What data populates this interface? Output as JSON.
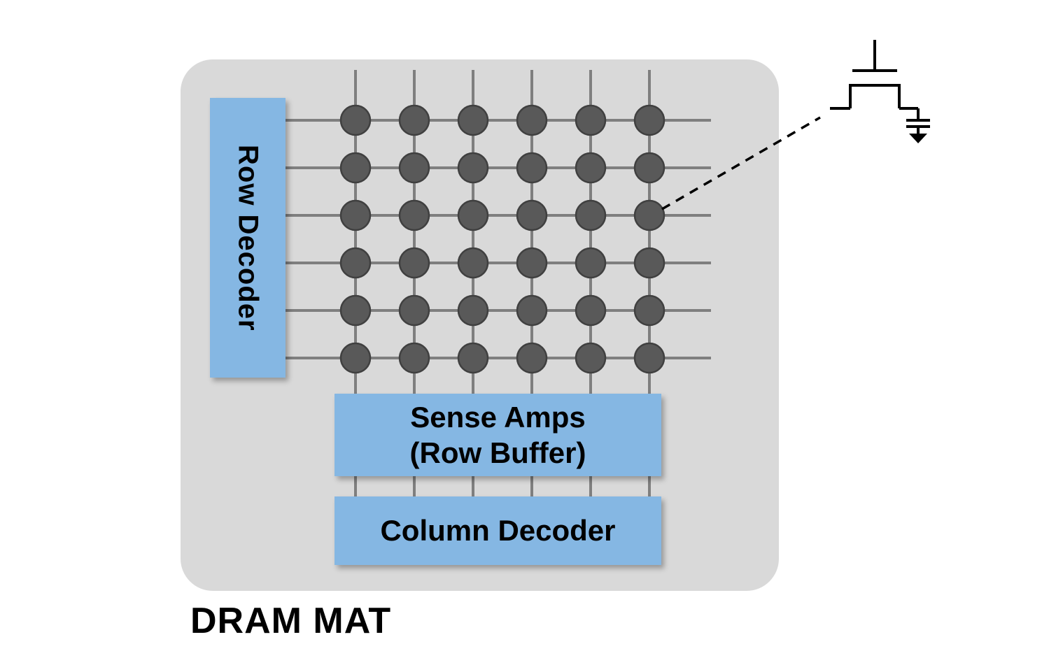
{
  "diagram": {
    "title": "DRAM MAT",
    "row_decoder_label": "Row Decoder",
    "sense_amps_line1": "Sense Amps",
    "sense_amps_line2": "(Row Buffer)",
    "column_decoder_label": "Column Decoder"
  },
  "grid": {
    "rows": 6,
    "cols": 6,
    "description": "array of DRAM memory cells at wordline/bitline crossings"
  },
  "annotation": {
    "icon": "dram-cell-access-transistor-with-capacitor-icon",
    "callout": "dashed line from a memory cell in the array to the one-transistor-one-capacitor cell schematic"
  },
  "colors": {
    "mat_background": "#d9d9d9",
    "box_blue": "#85b7e3",
    "cell_fill": "#595959",
    "cell_stroke": "#404040",
    "wire_gray": "#7f7f7f",
    "schematic_black": "#000000",
    "text_black": "#000000"
  }
}
